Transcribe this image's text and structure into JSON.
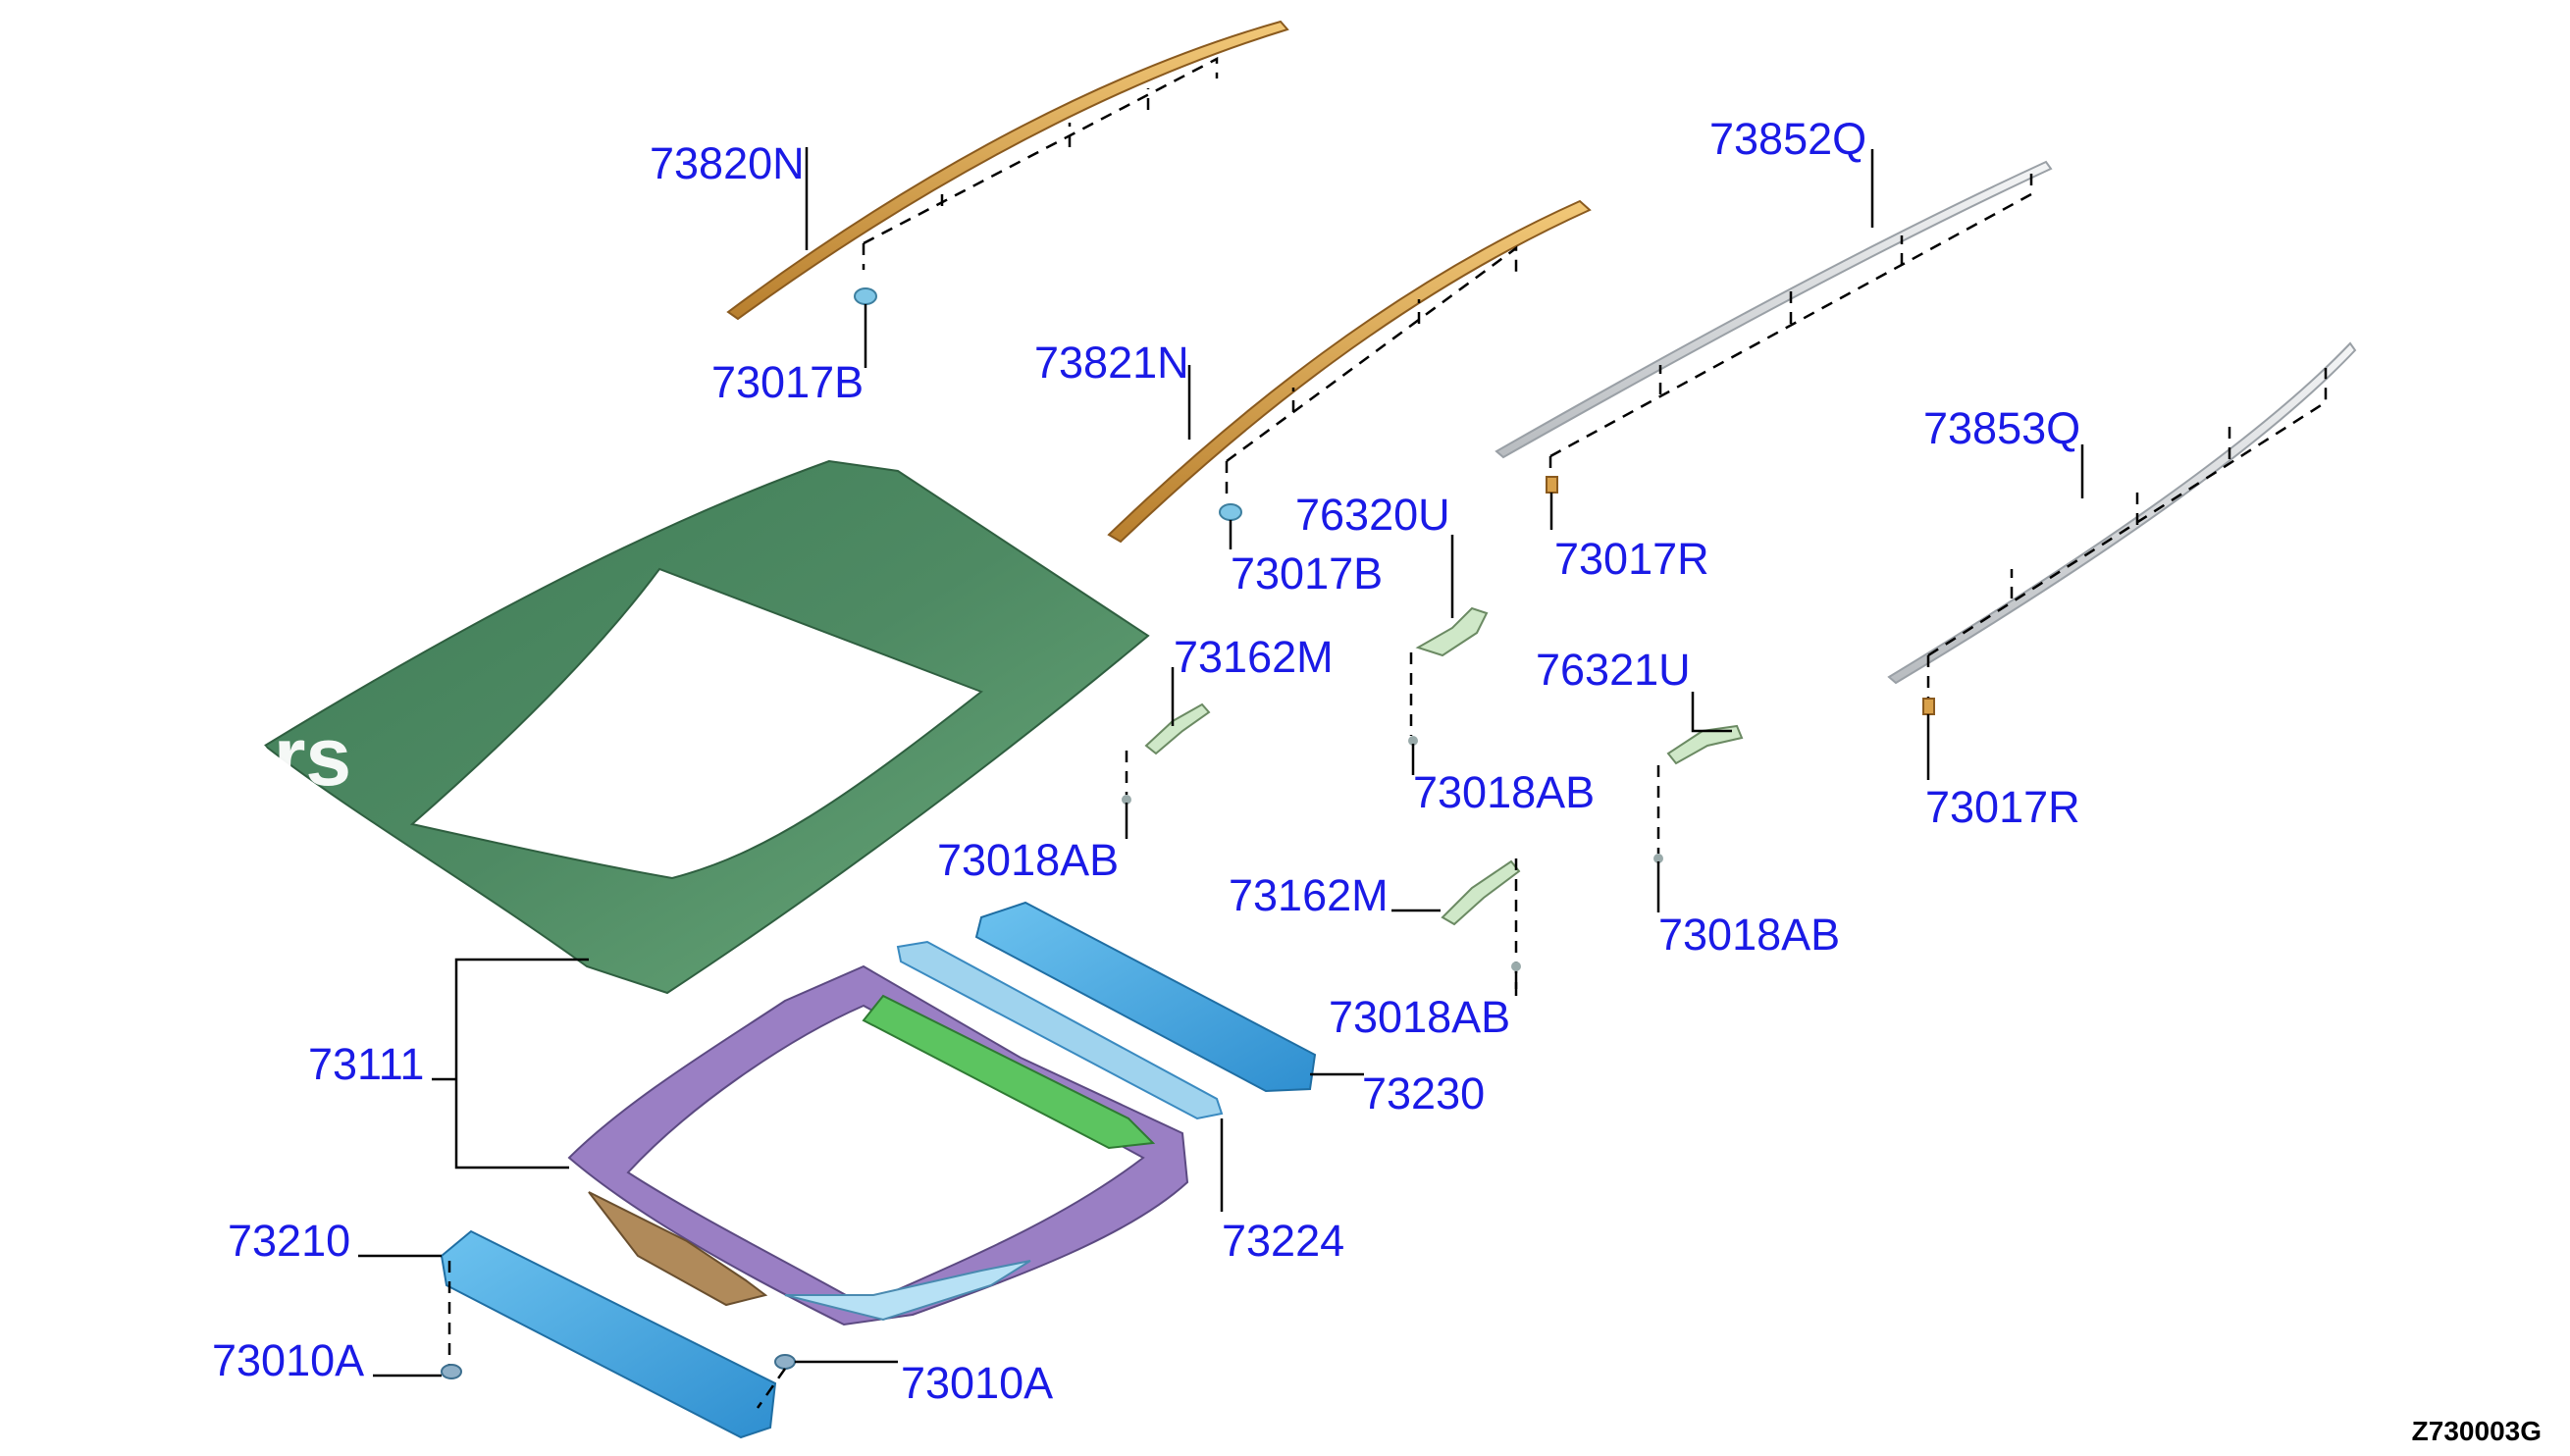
{
  "parts": [
    {
      "id": "p1",
      "label": "73820N"
    },
    {
      "id": "p2",
      "label": "73017B"
    },
    {
      "id": "p3",
      "label": "73821N"
    },
    {
      "id": "p4",
      "label": "73017B"
    },
    {
      "id": "p5",
      "label": "73852Q"
    },
    {
      "id": "p6",
      "label": "73017R"
    },
    {
      "id": "p7",
      "label": "73853Q"
    },
    {
      "id": "p8",
      "label": "73017R"
    },
    {
      "id": "p9",
      "label": "76320U"
    },
    {
      "id": "p10",
      "label": "73162M"
    },
    {
      "id": "p11",
      "label": "76321U"
    },
    {
      "id": "p12",
      "label": "73018AB"
    },
    {
      "id": "p13",
      "label": "73018AB"
    },
    {
      "id": "p14",
      "label": "73018AB"
    },
    {
      "id": "p15",
      "label": "73162M"
    },
    {
      "id": "p16",
      "label": "73018AB"
    },
    {
      "id": "p17",
      "label": "73111"
    },
    {
      "id": "p18",
      "label": "73230"
    },
    {
      "id": "p19",
      "label": "73224"
    },
    {
      "id": "p20",
      "label": "73210"
    },
    {
      "id": "p21",
      "label": "73010A"
    },
    {
      "id": "p22",
      "label": "73010A"
    }
  ],
  "watermark": "ers             t A",
  "diagram_code": "Z730003G",
  "colors": {
    "label": "#1a1ae6",
    "roof_panel": "#4e8a63",
    "roof_rail_front": "#d9a14a",
    "roof_rail_rear": "#d8dadc",
    "crossmember": "#4aa8e0",
    "frame_purple": "#9a7fc4",
    "frame_green": "#5cc460",
    "frame_brown": "#b08a5a"
  }
}
